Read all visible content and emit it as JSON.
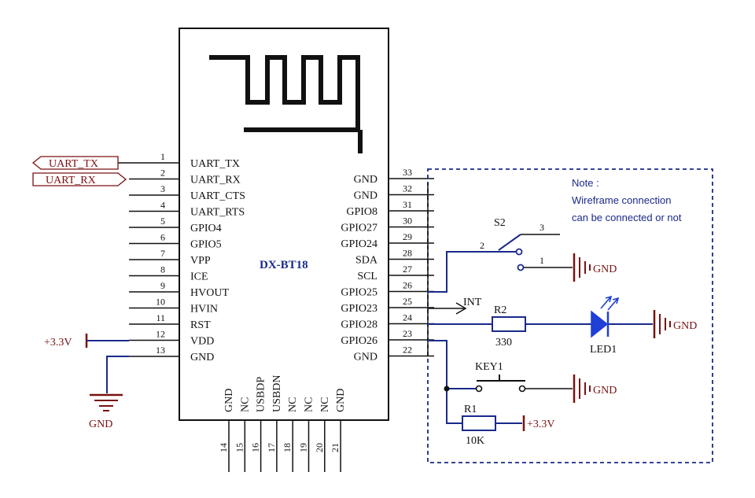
{
  "chip": {
    "name": "DX-BT18",
    "left_pins": [
      {
        "num": "1",
        "name": "UART_TX"
      },
      {
        "num": "2",
        "name": "UART_RX"
      },
      {
        "num": "3",
        "name": "UART_CTS"
      },
      {
        "num": "4",
        "name": "UART_RTS"
      },
      {
        "num": "5",
        "name": "GPIO4"
      },
      {
        "num": "6",
        "name": "GPIO5"
      },
      {
        "num": "7",
        "name": "VPP"
      },
      {
        "num": "8",
        "name": "ICE"
      },
      {
        "num": "9",
        "name": "HVOUT"
      },
      {
        "num": "10",
        "name": "HVIN"
      },
      {
        "num": "11",
        "name": "RST"
      },
      {
        "num": "12",
        "name": "VDD"
      },
      {
        "num": "13",
        "name": "GND"
      }
    ],
    "right_pins": [
      {
        "num": "33",
        "name": "GND"
      },
      {
        "num": "32",
        "name": "GND"
      },
      {
        "num": "31",
        "name": "GPIO8"
      },
      {
        "num": "30",
        "name": "GPIO27"
      },
      {
        "num": "29",
        "name": "GPIO24"
      },
      {
        "num": "28",
        "name": "SDA"
      },
      {
        "num": "27",
        "name": "SCL"
      },
      {
        "num": "26",
        "name": "GPIO25"
      },
      {
        "num": "25",
        "name": "GPIO23"
      },
      {
        "num": "24",
        "name": "GPIO28"
      },
      {
        "num": "23",
        "name": "GPIO26"
      },
      {
        "num": "22",
        "name": "GND"
      }
    ],
    "bottom_pins": [
      {
        "num": "14",
        "name": "GND"
      },
      {
        "num": "15",
        "name": "NC"
      },
      {
        "num": "16",
        "name": "USBDP"
      },
      {
        "num": "17",
        "name": "USBDN"
      },
      {
        "num": "18",
        "name": "NC"
      },
      {
        "num": "19",
        "name": "NC"
      },
      {
        "num": "20",
        "name": "NC"
      },
      {
        "num": "21",
        "name": "GND"
      }
    ]
  },
  "ports": {
    "tx": "UART_TX",
    "rx": "UART_RX"
  },
  "power": {
    "vdd_label": "+3.3V",
    "gnd_label": "GND",
    "r1_supply": "+3.3V"
  },
  "components": {
    "s2": {
      "label": "S2",
      "pin1": "1",
      "pin2": "2",
      "pin3": "3",
      "gnd": "GND"
    },
    "int_label": "INT",
    "r2": {
      "label": "R2",
      "value": "330"
    },
    "led": {
      "label": "LED1",
      "gnd": "GND"
    },
    "key": {
      "label": "KEY1",
      "gnd": "GND"
    },
    "r1": {
      "label": "R1",
      "value": "10K"
    }
  },
  "note": {
    "title": "Note :",
    "line1": "Wireframe connection",
    "line2": "can be connected or not"
  },
  "colors": {
    "wire": "#111111",
    "net_blue": "#1a2a8a",
    "power_red": "#7a1010",
    "led_blue": "#1f3fd6"
  }
}
